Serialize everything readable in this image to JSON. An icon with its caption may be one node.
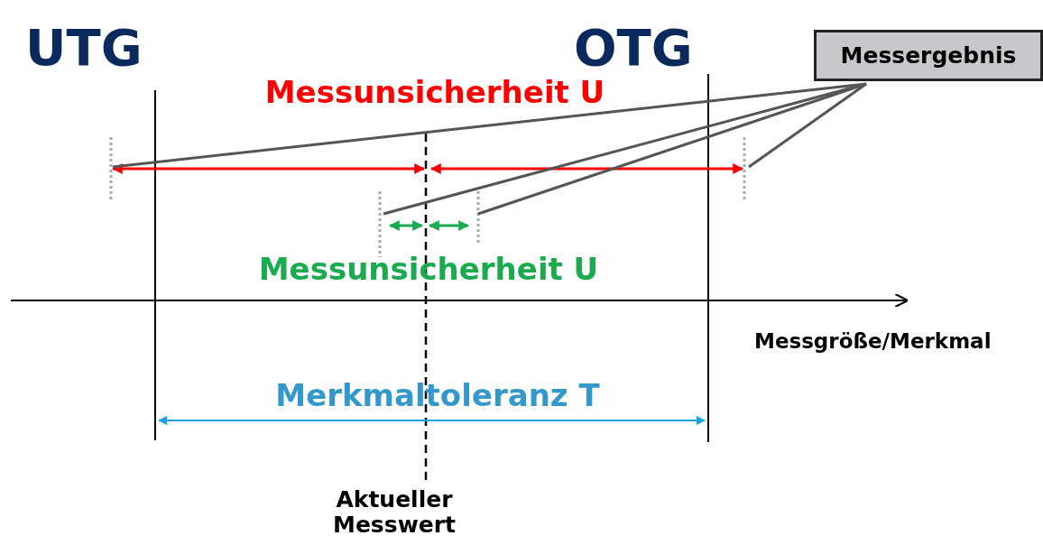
{
  "diagram": {
    "nodes": [
      {
        "text": [
          "Messergebnis"
        ]
      },
      {
        "text": [],
        "shape": "line"
      },
      {
        "text": [],
        "shape": "line"
      },
      {
        "text": [],
        "shape": "line"
      },
      {
        "text": [],
        "shape": "line"
      }
    ],
    "edges": [
      {
        "from": 0,
        "to": 1,
        "arrow": "none"
      },
      {
        "from": 0,
        "to": 4,
        "arrow": "none"
      },
      {
        "from": 0,
        "to": 2,
        "arrow": "none"
      },
      {
        "from": 0,
        "to": 3,
        "arrow": "none"
      }
    ],
    "labels": [
      "UTG",
      "OTG",
      "Messunsicherheit U",
      "Messunsicherheit U",
      "Messgröße/Merkmal",
      "Merkmaltoleranz T",
      "Aktueller Messwert"
    ]
  }
}
